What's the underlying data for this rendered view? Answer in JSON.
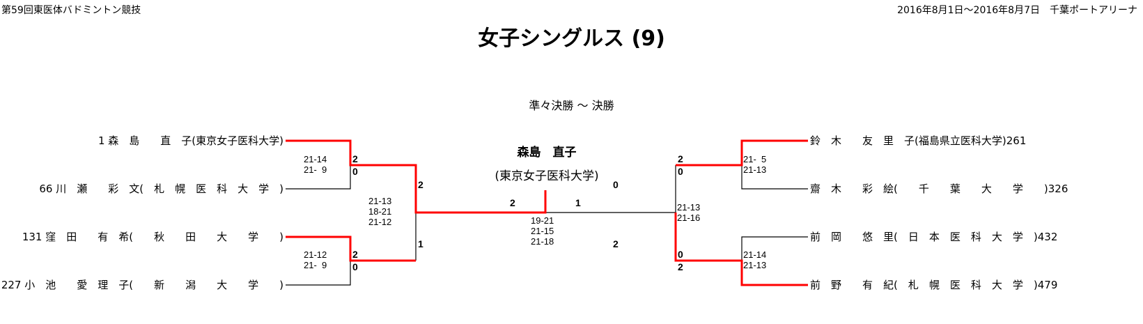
{
  "header": {
    "event": "第59回東医体バドミントン競技",
    "dates_venue": "2016年8月1日～2016年8月7日　千葉ポートアリーナ",
    "title": "女子シングルス (9)",
    "subtitle": "準々決勝 ～ 決勝"
  },
  "champion": {
    "name": "森島　直子",
    "school": "(東京女子医科大学)"
  },
  "left": [
    {
      "seed": "1",
      "name": "森　島　　直　子",
      "school": "(東京女子医科大学)"
    },
    {
      "seed": "66",
      "name": "川　瀬　　彩　文",
      "school": "(　札　幌　医　科　大　学　)"
    },
    {
      "seed": "131",
      "name": "窪　田　　有　希",
      "school": "(　　秋　　田　　大　　学　　)"
    },
    {
      "seed": "227",
      "name": "小　池　　愛　理　子",
      "school": "(　　新　　潟　　大　　学　　)"
    }
  ],
  "right": [
    {
      "seed": "261",
      "name": "鈴　木　　友　里　子",
      "school": "(福島県立医科大学)"
    },
    {
      "seed": "326",
      "name": "齋　木　　彩　絵",
      "school": "(　　千　　葉　　大　　学　　)"
    },
    {
      "seed": "432",
      "name": "前　岡　　悠　里",
      "school": "(　日　本　医　科　大　学　)"
    },
    {
      "seed": "479",
      "name": "前　野　　有　紀",
      "school": "(　札　幌　医　科　大　学　)"
    }
  ],
  "matches": {
    "lqf1": {
      "scores": "21-14\n21-  9",
      "top": "2",
      "bottom": "0"
    },
    "lqf2": {
      "scores": "21-12\n21-  9",
      "top": "2",
      "bottom": "0"
    },
    "lsf": {
      "scores": "21-13\n18-21\n21-12",
      "top": "2",
      "bottom": "1"
    },
    "rqf1": {
      "scores": "21-  5\n21-13",
      "top": "2",
      "bottom": "0"
    },
    "rqf2": {
      "scores": "21-14\n21-13",
      "top": "0",
      "bottom": "2"
    },
    "rsf": {
      "scores": "21-13\n21-16",
      "top": "0",
      "bottom": "2"
    },
    "final": {
      "scores": "19-21\n21-15\n21-18",
      "left": "2",
      "right": "1"
    }
  },
  "colors": {
    "winner_line": "#ff0000",
    "line": "#000000"
  }
}
